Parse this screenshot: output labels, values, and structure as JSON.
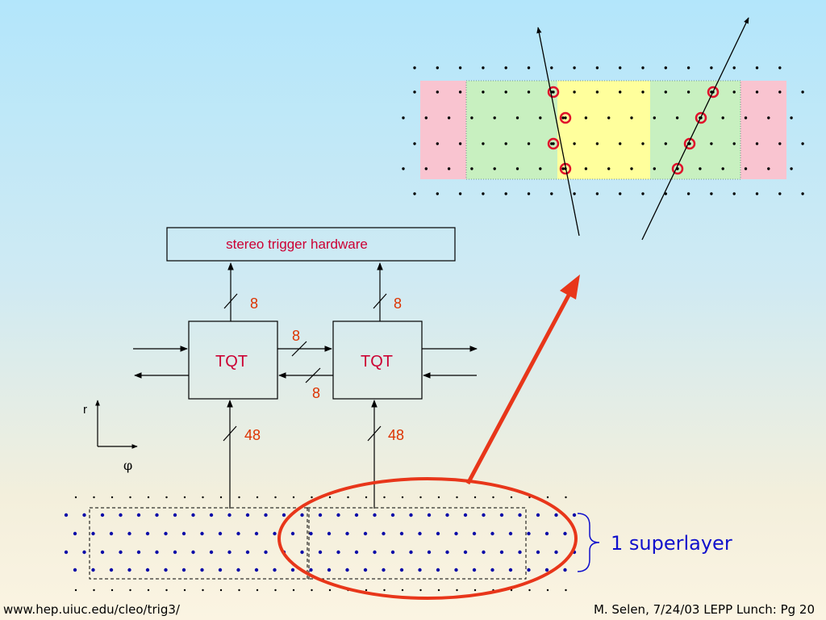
{
  "hardware_box": {
    "label": "stereo trigger hardware"
  },
  "tqt_boxes": [
    {
      "label": "TQT"
    },
    {
      "label": "TQT"
    }
  ],
  "bus_widths": {
    "up_left": "8",
    "up_right": "8",
    "between_right": "8",
    "between_left": "8",
    "in_left": "48",
    "in_right": "48"
  },
  "axes": {
    "r": "r",
    "phi": "φ"
  },
  "superlayer_label": "1 superlayer",
  "footer": {
    "url": "www.hep.uiuc.edu/cleo/trig3/",
    "credit": "M. Selen, 7/24/03 LEPP Lunch: Pg 20"
  },
  "colors": {
    "label_red": "#cc0033",
    "number_orange": "#dd3300",
    "dot_blue": "#0a0aa8",
    "ellipse_red": "#e8361a",
    "superlayer_blue": "#1010cc",
    "zone_pink": "#f9c4d0",
    "zone_green": "#c8f0c0",
    "zone_yellow": "#ffff9c",
    "hit_ring": "#e0102a"
  }
}
